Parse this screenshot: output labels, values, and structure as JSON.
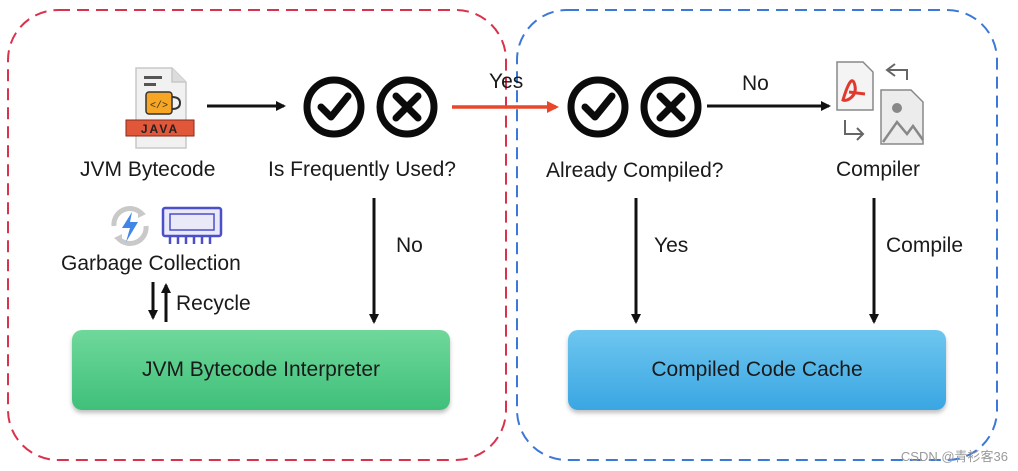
{
  "left_group": {
    "bytecode_label": "JVM Bytecode",
    "java_badge": "JAVA",
    "decision_label": "Is Frequently Used?",
    "gc_label": "Garbage Collection",
    "recycle_label": "Recycle",
    "no_label": "No",
    "interpreter_label": "JVM Bytecode Interpreter"
  },
  "yes_between": "Yes",
  "right_group": {
    "decision_label": "Already Compiled?",
    "no_label": "No",
    "compiler_label": "Compiler",
    "yes_label": "Yes",
    "compile_label": "Compile",
    "cache_label": "Compiled Code Cache"
  },
  "watermark": "CSDN @青衫客36",
  "colors": {
    "left_border": "#d9324c",
    "right_border": "#3b78d8",
    "yes_arrow": "#e8472b",
    "interpreter": "#4ccb85",
    "cache": "#48b2e8"
  },
  "icons": [
    "java-file-icon",
    "check-icon",
    "cross-icon",
    "gc-refresh-icon",
    "memory-icon",
    "compiler-file-icon"
  ]
}
